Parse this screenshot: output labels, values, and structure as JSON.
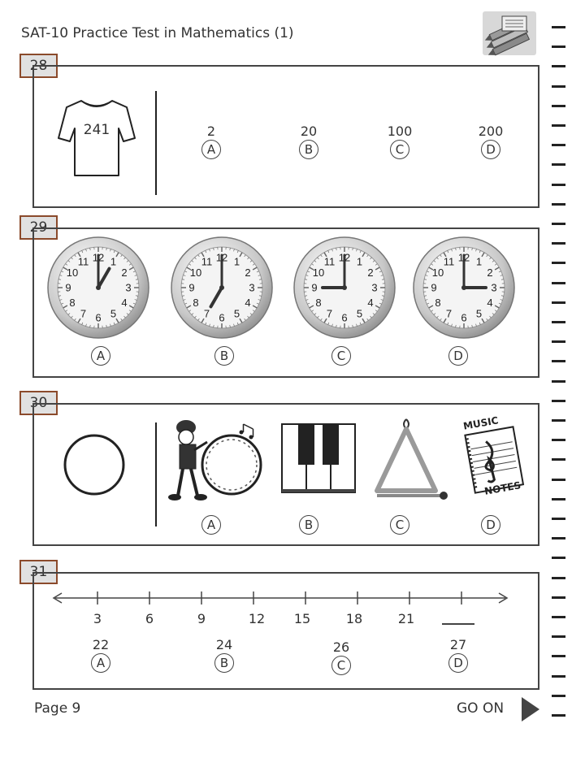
{
  "header": {
    "title": "SAT-10 Practice Test in Mathematics (1)"
  },
  "q28": {
    "number": "28",
    "shirt_number": "241",
    "choices": [
      {
        "letter": "A",
        "value": "2"
      },
      {
        "letter": "B",
        "value": "20"
      },
      {
        "letter": "C",
        "value": "100"
      },
      {
        "letter": "D",
        "value": "200"
      }
    ]
  },
  "q29": {
    "number": "29",
    "clock_numerals": [
      "12",
      "1",
      "2",
      "3",
      "4",
      "5",
      "6",
      "7",
      "8",
      "9",
      "10",
      "11"
    ],
    "choices": [
      {
        "letter": "A",
        "time": "1:00"
      },
      {
        "letter": "B",
        "time": "7:00"
      },
      {
        "letter": "C",
        "time": "9:00"
      },
      {
        "letter": "D",
        "time": "3:00"
      }
    ]
  },
  "q30": {
    "number": "30",
    "stimulus": "circle",
    "notes_line1": "MUSIC",
    "notes_line2": "NOTES",
    "choices": [
      {
        "letter": "A",
        "picture": "drummer-with-bass-drum"
      },
      {
        "letter": "B",
        "picture": "piano-keys"
      },
      {
        "letter": "C",
        "picture": "triangle-instrument"
      },
      {
        "letter": "D",
        "picture": "music-notes-notebook"
      }
    ]
  },
  "q31": {
    "number": "31",
    "number_line": [
      "3",
      "6",
      "9",
      "12",
      "15",
      "18",
      "21"
    ],
    "choices": [
      {
        "letter": "A",
        "value": "22"
      },
      {
        "letter": "B",
        "value": "24"
      },
      {
        "letter": "C",
        "value": "26"
      },
      {
        "letter": "D",
        "value": "27"
      }
    ]
  },
  "footer": {
    "page": "Page 9",
    "go_on": "GO ON"
  }
}
